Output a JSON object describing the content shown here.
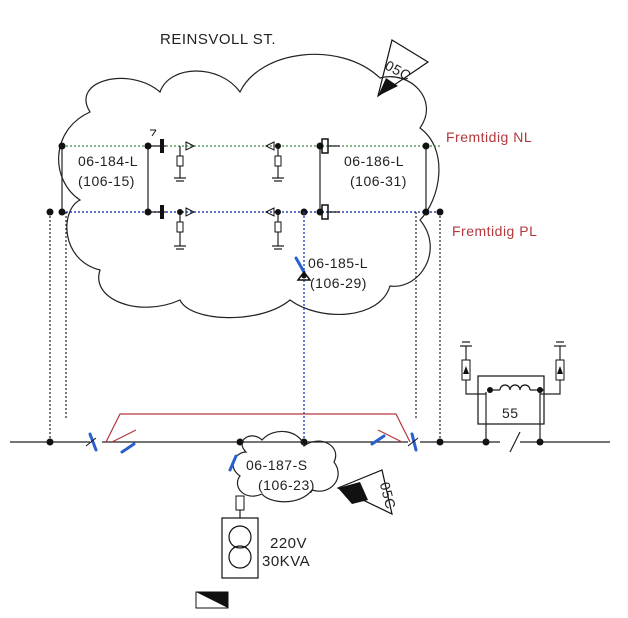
{
  "station_name": "REINSVOLL ST.",
  "tags": {
    "top": "05C",
    "bottom": "05C"
  },
  "lines": {
    "future_nl": "Fremtidig NL",
    "future_pl": "Fremtidig PL"
  },
  "switches": {
    "s184": {
      "id": "06-184-L",
      "ref": "(106-15)"
    },
    "s186": {
      "id": "06-186-L",
      "ref": "(106-31)"
    },
    "s185": {
      "id": "06-185-L",
      "ref": "(106-29)"
    },
    "s187": {
      "id": "06-187-S",
      "ref": "(106-23)"
    }
  },
  "booster": {
    "label": "55"
  },
  "transformer": {
    "voltage": "220V",
    "power": "30KVA"
  },
  "colors": {
    "nl": "#3e8a3e",
    "pl": "#2a46b0",
    "track": "#b4373c",
    "switch": "#2a5fd0"
  }
}
